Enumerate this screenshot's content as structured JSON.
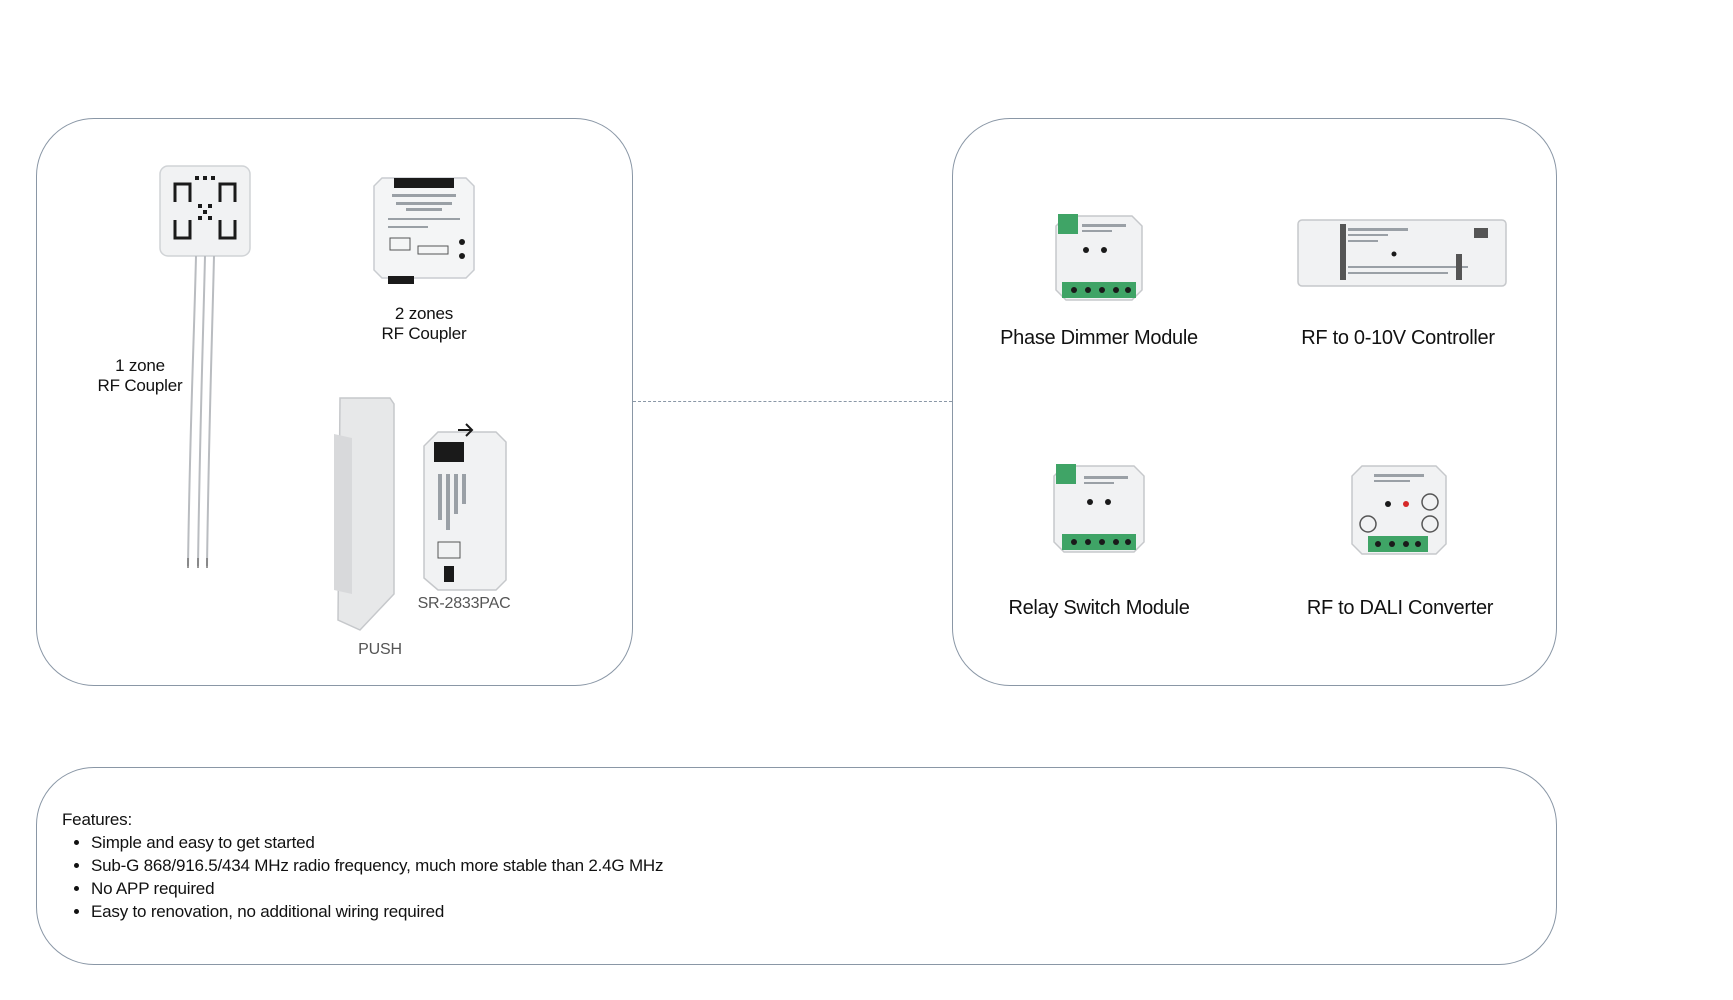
{
  "couplers": {
    "one_zone": {
      "line1": "1 zone",
      "line2": "RF Coupler"
    },
    "two_zones": {
      "line1": "2 zones",
      "line2": "RF Coupler"
    },
    "assembly": {
      "model": "SR-2833PAC",
      "push": "PUSH"
    }
  },
  "controllers": {
    "items": [
      {
        "label": "Phase Dimmer Module"
      },
      {
        "label": "RF to 0-10V Controller"
      },
      {
        "label": "Relay Switch Module"
      },
      {
        "label": "RF to DALI Converter"
      }
    ]
  },
  "features": {
    "title": "Features:",
    "items": [
      "Simple and easy to get started",
      "Sub-G 868/916.5/434 MHz radio frequency, much more stable than 2.4G MHz",
      "No APP required",
      "Easy to renovation, no additional wiring required"
    ]
  }
}
